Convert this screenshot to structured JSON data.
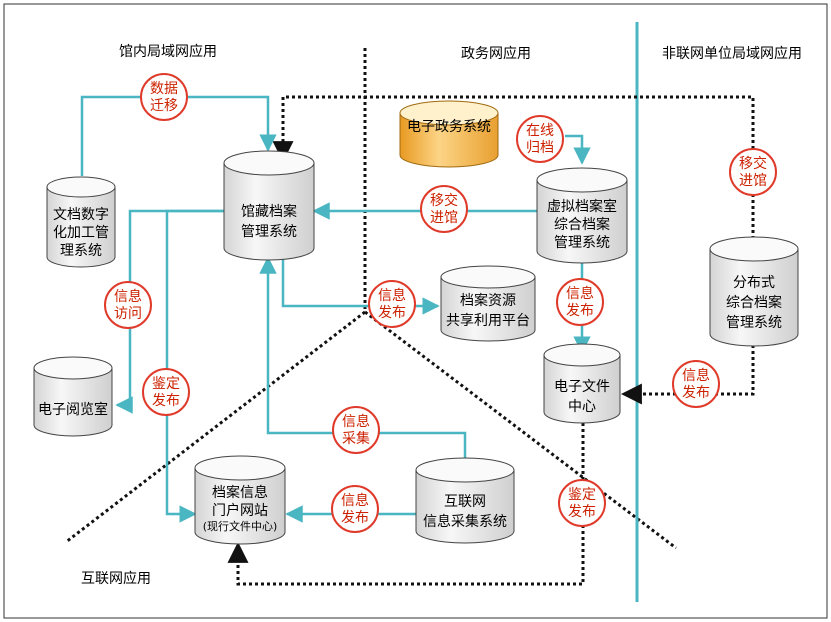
{
  "zones": {
    "intranet": "馆内局域网应用",
    "egov": "政务网应用",
    "external": "非联网单位局域网应用",
    "internet": "互联网应用"
  },
  "systems": {
    "digitization": [
      "文档数字",
      "化加工管",
      "理系统"
    ],
    "archive_mgmt": [
      "馆藏档案",
      "管理系统"
    ],
    "egov_system": "电子政务系统",
    "virtual_archive": [
      "虚拟档案室",
      "综合档案",
      "管理系统"
    ],
    "resource_share": [
      "档案资源",
      "共享利用平台"
    ],
    "distributed": [
      "分布式",
      "综合档案",
      "管理系统"
    ],
    "reading_room": "电子阅览室",
    "doc_center": [
      "电子文件",
      "中心"
    ],
    "portal": [
      "档案信息",
      "门户网站",
      "(现行文件中心)"
    ],
    "collector": [
      "互联网",
      "信息采集系统"
    ]
  },
  "badges": {
    "migrate": [
      "数据",
      "迁移"
    ],
    "online_archive": [
      "在线",
      "归档"
    ],
    "transfer_mid": [
      "移交",
      "进馆"
    ],
    "transfer_right": [
      "移交",
      "进馆"
    ],
    "info_access": [
      "信息",
      "访问"
    ],
    "publish_share": [
      "信息",
      "发布"
    ],
    "publish_virtual": [
      "信息",
      "发布"
    ],
    "publish_distributed": [
      "信息",
      "发布"
    ],
    "appraise_left": [
      "鉴定",
      "发布"
    ],
    "collect": [
      "信息",
      "采集"
    ],
    "publish_portal": [
      "信息",
      "发布"
    ],
    "appraise_bottom": [
      "鉴定",
      "发布"
    ]
  },
  "colors": {
    "teal": "#49b6c2",
    "badge_text": "#cc2200",
    "cyl_fill": "#f2f2f2",
    "egov_fill": "#f5b43c"
  }
}
